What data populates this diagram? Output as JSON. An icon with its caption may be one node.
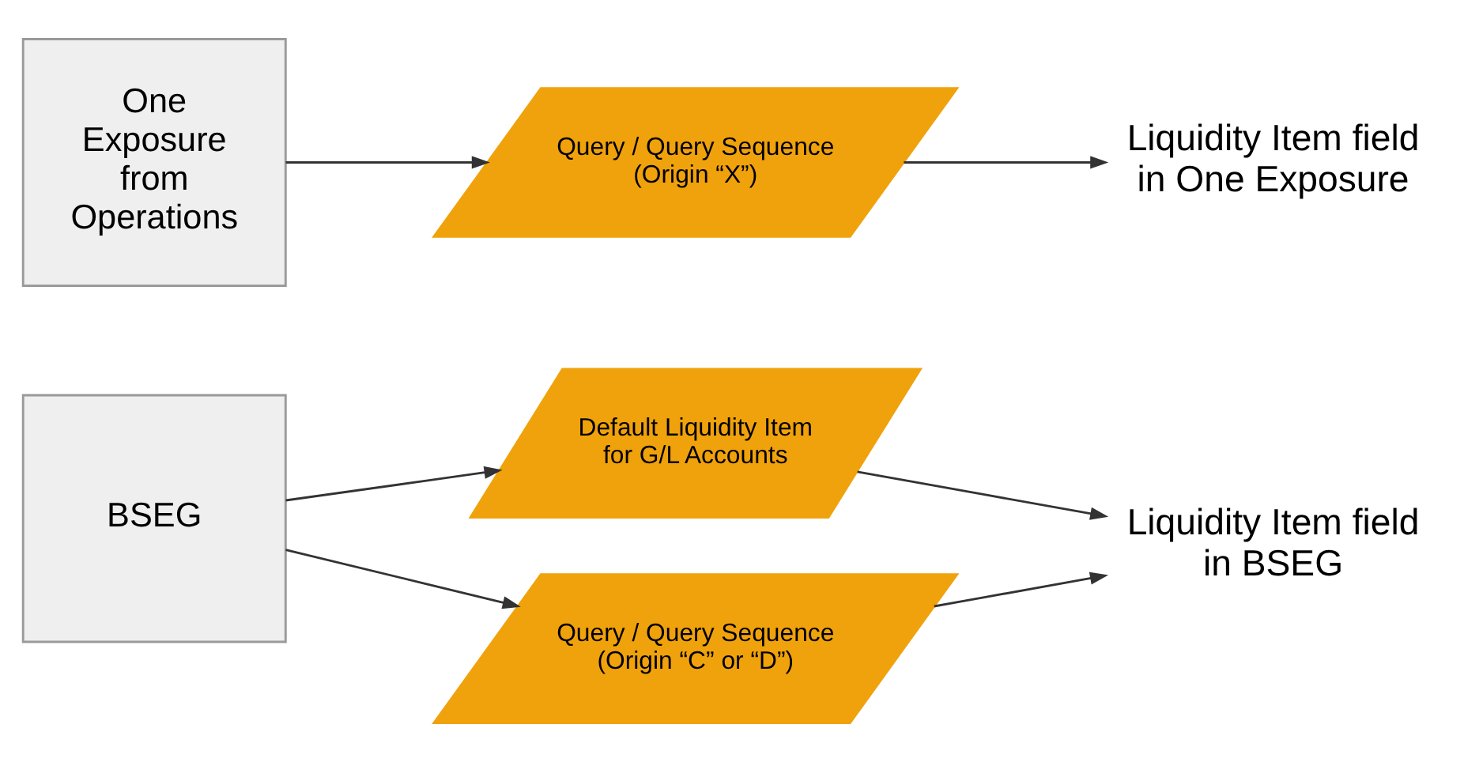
{
  "diagram": {
    "nodes": [
      {
        "text": [
          "BSEG"
        ]
      },
      {
        "text": [
          "Default Liquidity Item for G/L Accounts"
        ]
      },
      {
        "text": [
          "Query / Query Sequence (Origin “C” or “D”)"
        ]
      },
      {
        "text": [
          "Liquidity Item field in BSEG"
        ]
      },
      {
        "text": [
          "One Exposure from Operations"
        ]
      },
      {
        "text": [
          "Query / Query Sequence (Origin “X”)"
        ]
      },
      {
        "text": [
          "Liquidity Item field in One Exposure"
        ]
      }
    ],
    "edges": [
      {
        "from": 0,
        "to": 1,
        "arrow": "to"
      },
      {
        "from": 0,
        "to": 2,
        "arrow": "to"
      },
      {
        "from": 1,
        "to": 3,
        "arrow": "to"
      },
      {
        "from": 2,
        "to": 3,
        "arrow": "to"
      },
      {
        "from": 4,
        "to": 5,
        "arrow": "to"
      },
      {
        "from": 5,
        "to": 6,
        "arrow": "to"
      }
    ]
  }
}
